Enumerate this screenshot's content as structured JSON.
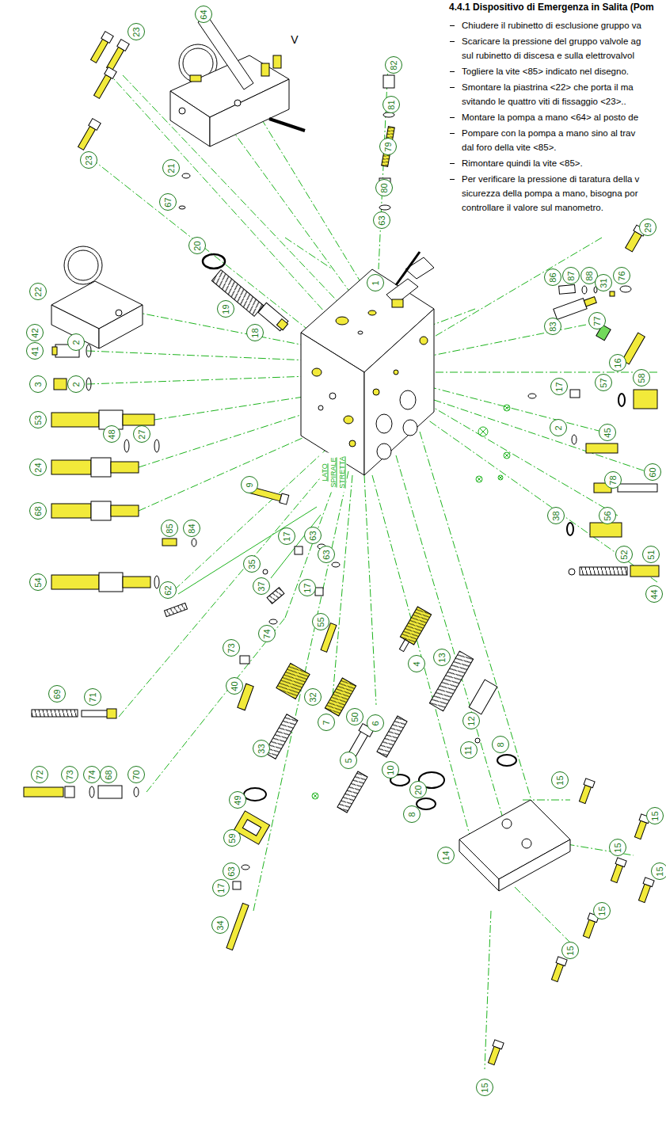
{
  "diagram": {
    "title": "4.4.1 Dispositivo di Emergenza in Salita (Pom",
    "labels": [
      "Chiudere il rubinetto di esclusione gruppo va",
      "Scaricare la pressione del gruppo valvole ag sul rubinetto di discesa e sulla elettrovalvol",
      "Togliere la vite <85> indicato nel disegno.",
      "Smontare la piastrina <22> che porta il ma svitando le quattro viti di fissaggio <23>..",
      "Montare la pompa a mano <64> al posto de",
      "Pompare con la pompa a mano sino al trav dal foro della vite <85>.",
      "Rimontare quindi la vite <85>.",
      "Per verificare la pressione di taratura della v sicurezza della pompa a mano, bisogna por controllare il valore sul manometro.",
      "LATO SPIRALE STRETTA",
      "V",
      "64",
      "23",
      "23",
      "82",
      "81",
      "79",
      "80",
      "63",
      "21",
      "67",
      "20",
      "86",
      "87",
      "88",
      "29",
      "83",
      "76",
      "31",
      "77",
      "22",
      "42",
      "41",
      "2",
      "3",
      "2",
      "53",
      "48",
      "27",
      "24",
      "68",
      "54",
      "62",
      "19",
      "18",
      "1",
      "16",
      "57",
      "58",
      "17",
      "2",
      "45",
      "78",
      "60",
      "38",
      "56",
      "52",
      "51",
      "44",
      "85",
      "84",
      "9",
      "17",
      "63",
      "63",
      "35",
      "37",
      "74",
      "73",
      "17",
      "55",
      "40",
      "69",
      "71",
      "72",
      "73",
      "74",
      "68",
      "70",
      "32",
      "33",
      "49",
      "59",
      "63",
      "17",
      "34",
      "7",
      "5",
      "50",
      "6",
      "4",
      "13",
      "12",
      "11",
      "8",
      "10",
      "20",
      "8",
      "14",
      "15",
      "15",
      "15",
      "15",
      "15",
      "15",
      "15"
    ]
  }
}
